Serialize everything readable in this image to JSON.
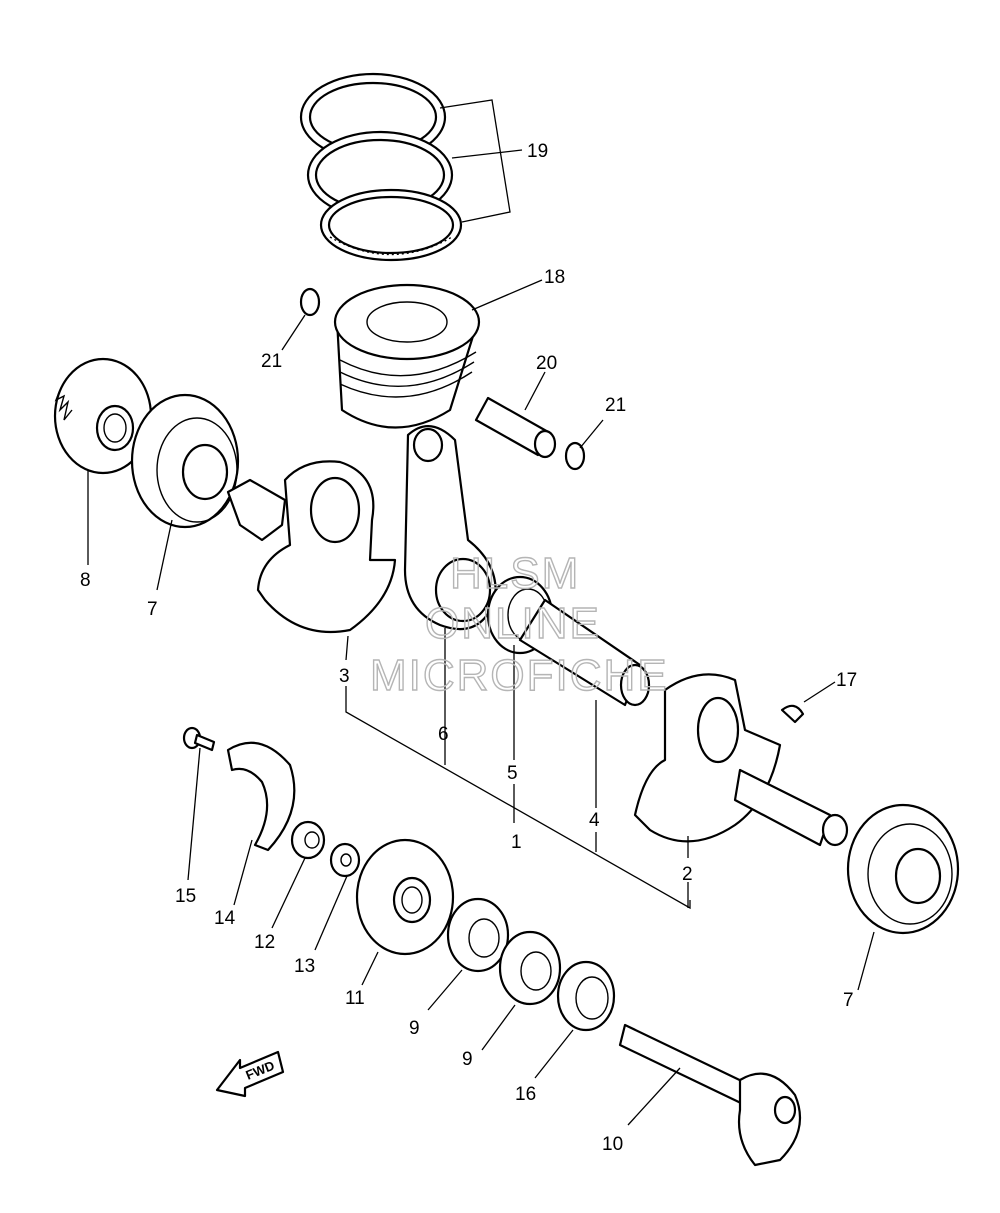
{
  "diagram": {
    "callouts": [
      "19",
      "18",
      "21",
      "20",
      "21",
      "8",
      "7",
      "3",
      "6",
      "5",
      "4",
      "1",
      "17",
      "2",
      "7",
      "15",
      "14",
      "12",
      "13",
      "11",
      "9",
      "9",
      "16",
      "10"
    ],
    "fwd_label": "FWD",
    "watermark": [
      "HLSM",
      "ONLINE",
      "MICROFICHE"
    ]
  }
}
